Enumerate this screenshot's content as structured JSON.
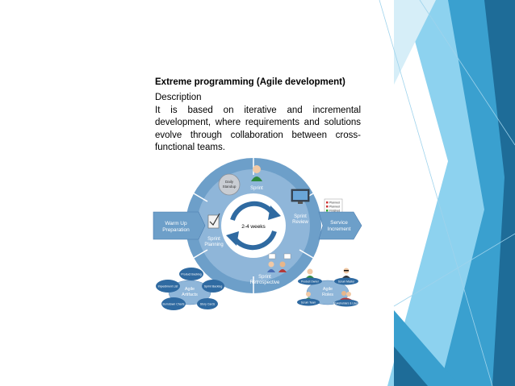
{
  "slide": {
    "title": "Extreme programming (Agile development)",
    "description_label": "Description",
    "description_text": "It is based on iterative and incremental development, where requirements and solutions evolve through collaboration between cross-functional teams."
  },
  "diagram": {
    "daily_scrum": [
      "Daily",
      "Standup"
    ],
    "sprint": "Sprint",
    "cycle_duration": "2-4 weeks",
    "warm_up": [
      "Warm Up",
      "Preparation"
    ],
    "sprint_planning": [
      "Sprint",
      "Planning"
    ],
    "sprint_review": [
      "Sprint",
      "Review"
    ],
    "service_increment": [
      "Service",
      "Increment"
    ],
    "sprint_retrospective": [
      "Sprint",
      "Retrospective"
    ],
    "checklist": [
      "Planned",
      "Planned",
      "Finished"
    ],
    "agile_artifacts": {
      "title": [
        "Agile",
        "Artifacts"
      ],
      "items": [
        "Product Backlog",
        "Sprint Backlog",
        "Story Cards",
        "Burndown Charts",
        "Impediment List"
      ]
    },
    "agile_roles": {
      "title": [
        "Agile",
        "Roles"
      ],
      "items": [
        "Product Owner",
        "Scrum Master",
        "Scrum Team",
        "Stakeholders & Users"
      ]
    }
  },
  "colors": {
    "blue_dark": "#1e6c98",
    "blue_mid": "#3aa0cf",
    "blue_light": "#8dd2ef",
    "cycle_blue": "#6d9fc9",
    "cycle_blue_light": "#dfeaf6"
  }
}
